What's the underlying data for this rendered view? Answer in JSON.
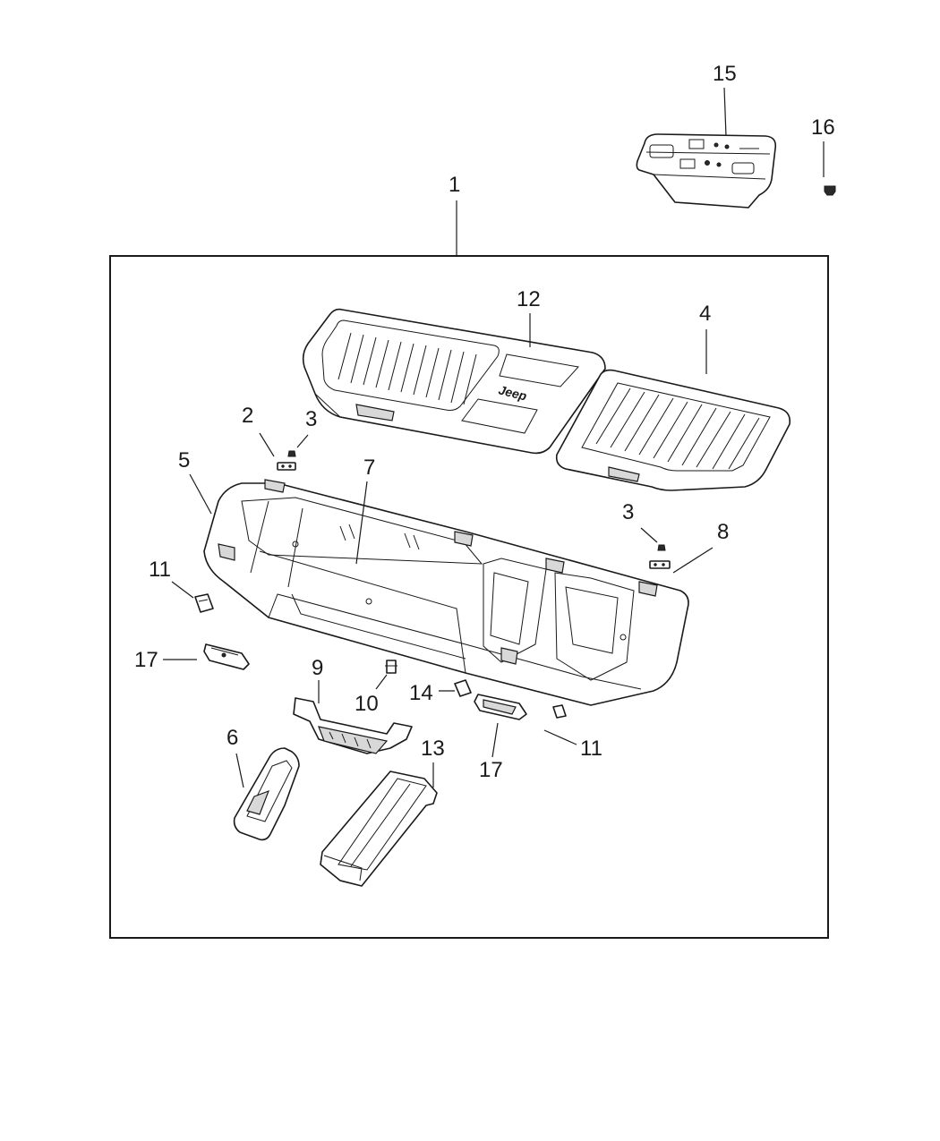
{
  "diagram": {
    "callouts": {
      "c1": "1",
      "c2": "2",
      "c3a": "3",
      "c3b": "3",
      "c4": "4",
      "c5": "5",
      "c6": "6",
      "c7": "7",
      "c8": "8",
      "c9": "9",
      "c10": "10",
      "c11a": "11",
      "c11b": "11",
      "c12": "12",
      "c13": "13",
      "c14": "14",
      "c15": "15",
      "c16": "16",
      "c17a": "17",
      "c17b": "17"
    },
    "logo_text": "Jeep"
  }
}
